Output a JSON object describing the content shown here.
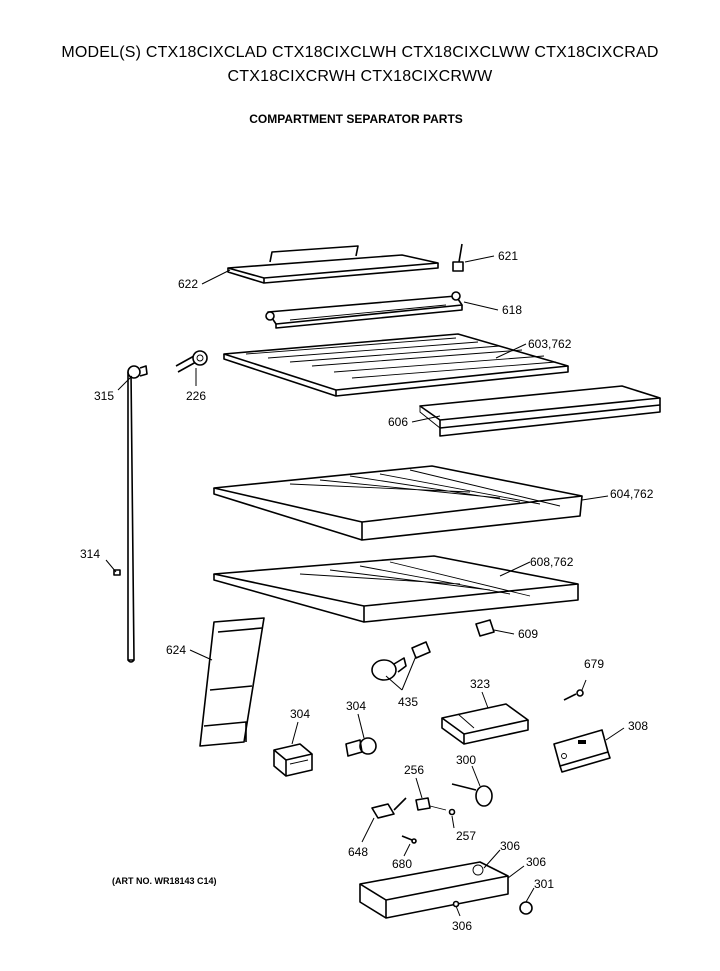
{
  "header": {
    "models_line1": "MODEL(S) CTX18CIXCLAD  CTX18CIXCLWH  CTX18CIXCLWW  CTX18CIXCRAD",
    "models_line2": "CTX18CIXCRWH  CTX18CIXCRWW",
    "section": "COMPARTMENT SEPARATOR PARTS"
  },
  "art_number": "(ART NO. WR18143 C14)",
  "callouts": {
    "p621": "621",
    "p622": "622",
    "p618": "618",
    "p603": "603,762",
    "p315": "315",
    "p226": "226",
    "p606": "606",
    "p604": "604,762",
    "p314": "314",
    "p608": "608,762",
    "p609": "609",
    "p624": "624",
    "p679": "679",
    "p323": "323",
    "p435": "435",
    "p308": "308",
    "p304a": "304",
    "p304b": "304",
    "p256": "256",
    "p300": "300",
    "p257": "257",
    "p648": "648",
    "p680": "680",
    "p306a": "306",
    "p306b": "306",
    "p301": "301",
    "p306c": "306"
  }
}
